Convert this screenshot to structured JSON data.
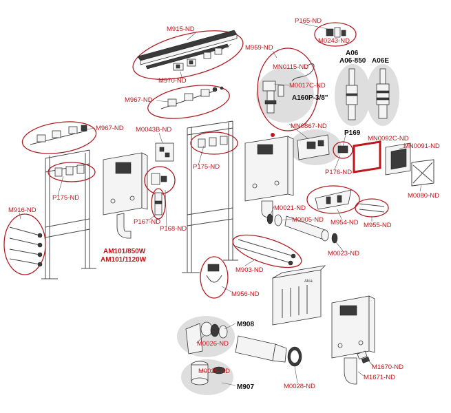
{
  "labels": {
    "M915_ND": "M915-ND",
    "M970_ND": "M970-ND",
    "P165_ND": "P165-ND",
    "M0243_ND": "M0243-ND",
    "M959_ND": "M959-ND",
    "MN0115_ND": "MN0115-ND",
    "M0017C_ND": "M0017C-ND",
    "A160P": "A160P-3/8\"",
    "A06": "A06",
    "A06_850": "A06-850",
    "A06E": "A06E",
    "M967_ND_top": "M967-ND",
    "M967_ND_left": "M967-ND",
    "M0043B_ND": "M0043B-ND",
    "MN0867_ND": "MN0867-ND",
    "P169": "P169",
    "MN0092C_ND": "MN0092C-ND",
    "MN0091_ND": "MN0091-ND",
    "P175_ND_mid": "P175-ND",
    "P175_ND_left": "P175-ND",
    "P176_ND": "P176-ND",
    "M0080_ND": "M0080-ND",
    "M916_ND": "M916-ND",
    "P167_ND": "P167-ND",
    "P168_ND": "P168-ND",
    "M0021_ND": "M0021-ND",
    "M0005_ND": "M0005-ND",
    "M954_ND": "M954-ND",
    "M955_ND": "M955-ND",
    "M0023_ND": "M0023-ND",
    "AM101_850W": "AM101/850W",
    "AM101_1120W": "AM101/1120W",
    "M903_ND": "M903-ND",
    "M956_ND": "M956-ND",
    "M908": "M908",
    "M0026_ND_a": "M0026-ND",
    "M0026_ND_b": "M0026-ND",
    "M907": "M907",
    "M0028_ND": "M0028-ND",
    "M1670_ND": "M1670-ND",
    "M1671_ND": "M1671-ND",
    "cover_logo": "Alca"
  },
  "colors": {
    "accent_red": "#c0151b",
    "label_black": "#111111",
    "ellipse_stroke": "#b01c22",
    "gray_highlight": "#dedede"
  }
}
